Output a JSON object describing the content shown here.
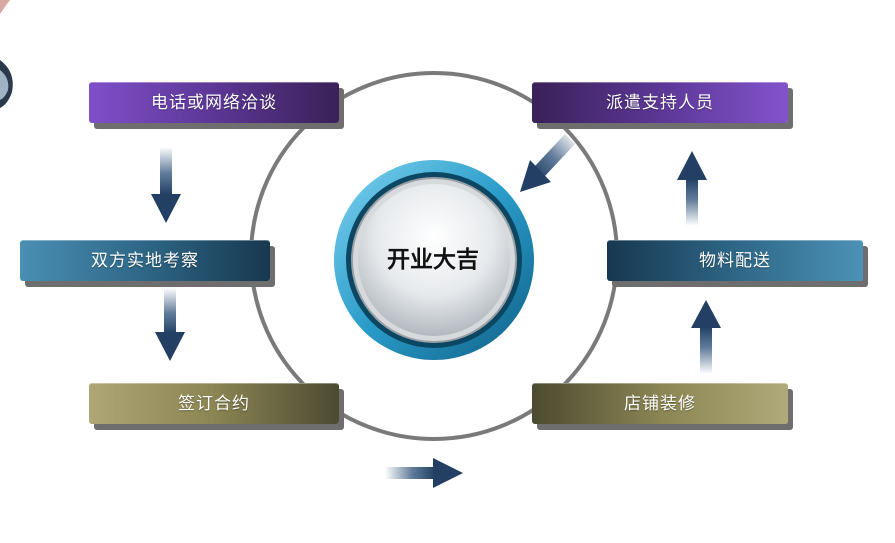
{
  "center": {
    "label": "开业大吉"
  },
  "steps": [
    {
      "id": "phone",
      "label": "电话或网络洽谈"
    },
    {
      "id": "inspect",
      "label": "双方实地考察"
    },
    {
      "id": "sign",
      "label": "签订合约"
    },
    {
      "id": "decor",
      "label": "店铺装修"
    },
    {
      "id": "delivery",
      "label": "物料配送"
    },
    {
      "id": "support",
      "label": "派遣支持人员"
    }
  ],
  "colors": {
    "purple": "#5c3796",
    "teal": "#2e6686",
    "olive": "#8b8553",
    "ring_blue": "#2a9cc9",
    "arrow_blue": "#2c4f78",
    "circle_gray": "#7a7a7a"
  }
}
